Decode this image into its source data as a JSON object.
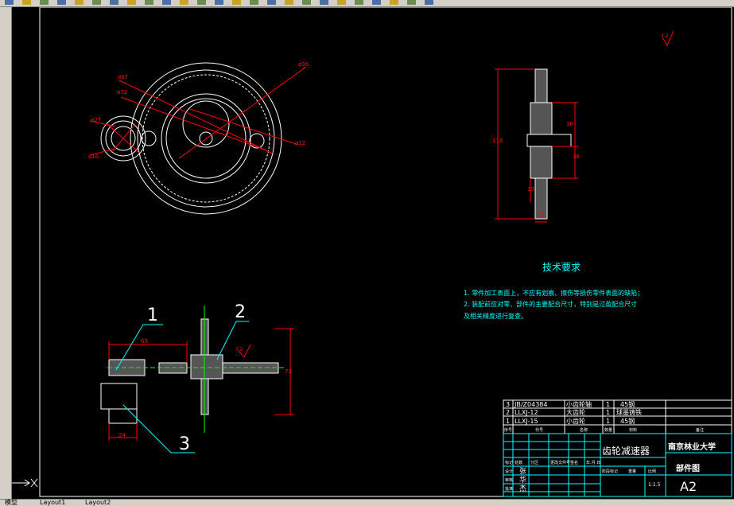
{
  "app": {
    "tabs": [
      "模型",
      "Layout1",
      "Layout2"
    ],
    "colors": {
      "canvas": "#000000",
      "red": "#ff0000",
      "white": "#ffffff",
      "cyan": "#00ffff",
      "green": "#00ff00",
      "chrome": "#d4d0c8"
    }
  },
  "toolbar": {
    "icons": [
      "new-icon",
      "open-icon",
      "save-icon",
      "print-icon",
      "preview-icon",
      "cut-icon",
      "copy-icon",
      "paste-icon",
      "match-icon",
      "undo-icon",
      "redo-icon",
      "pan-icon",
      "zoom-icon",
      "zoom-window-icon",
      "zoom-previous-icon",
      "properties-icon",
      "design-center-icon",
      "tool-palette-icon",
      "sheet-set-icon",
      "markup-icon",
      "calc-icon",
      "help-icon",
      "layer-icon",
      "layer-state-icon",
      "color-icon"
    ]
  },
  "drawing": {
    "front_view_dims": {
      "d67": "ø67",
      "d72": "ø72",
      "d27": "ø27",
      "d16": "ø16",
      "d36": "ø36",
      "d12": "ø12"
    },
    "side_view_dims": {
      "h116": "116",
      "h36a": "36",
      "h36b": "36",
      "h19": "19",
      "w11": "11"
    },
    "surface_mark_top": "3.2",
    "assembly": {
      "label1": "1",
      "label2": "2",
      "label3": "3",
      "dim63": "63",
      "dim73": "73",
      "dim24": "24",
      "roughness": "3.2"
    },
    "tech_title": "技术要求",
    "tech_lines": [
      "1. 零件加工表面上，不应有划痕、擦伤等损伤零件表面的缺陷；",
      "2. 装配前应对零、部件的主要配合尺寸，特别是过盈配合尺寸",
      "及相关精度进行复查。"
    ],
    "bom": [
      {
        "no": "3",
        "code": "JB/Z04384",
        "name": "小齿轮轴",
        "qty": "1",
        "mat": "45钢"
      },
      {
        "no": "2",
        "code": "LLXJ-12",
        "name": "大齿轮",
        "qty": "1",
        "mat": "球墨铸铁"
      },
      {
        "no": "1",
        "code": "LLXJ-15",
        "name": "小齿轮",
        "qty": "1",
        "mat": "45钢"
      }
    ],
    "bom_headers": {
      "no": "序号",
      "code": "代号",
      "name": "名称",
      "qty": "数量",
      "mat": "材料",
      "note": "备注"
    },
    "title_block": {
      "product": "齿轮减速器",
      "university": "南京林业大学",
      "drawing_type": "部件图",
      "size": "A2",
      "scale": "1:1.5",
      "signer": "张",
      "checker": "华",
      "approver": "杰",
      "row_labels": [
        "设计",
        "审核",
        "批准"
      ],
      "header_row": [
        "标记",
        "处数",
        "分区",
        "更改文件号",
        "签名",
        "年.月.日"
      ],
      "stage_labels": [
        "阶段标记",
        "重量",
        "比例"
      ]
    }
  }
}
